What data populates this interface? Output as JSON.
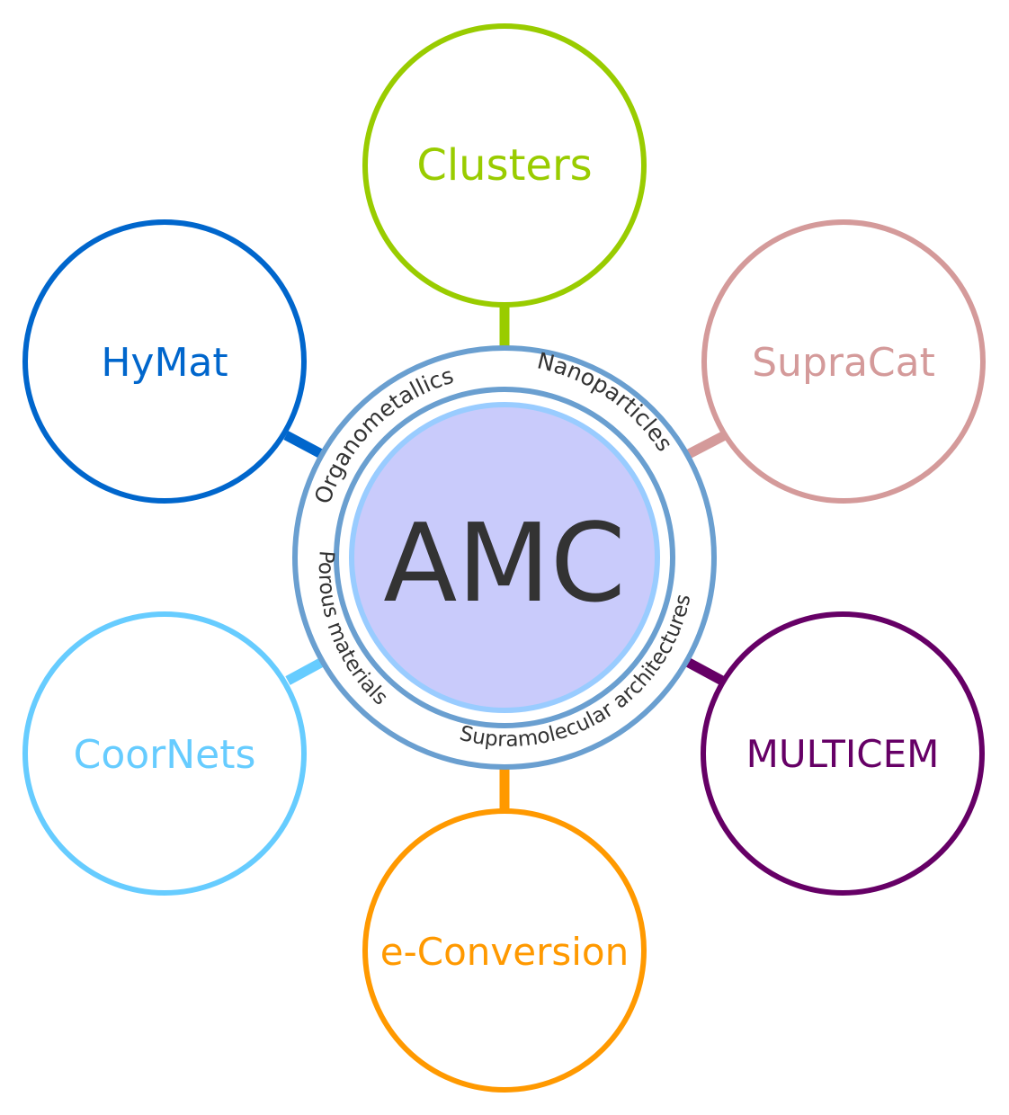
{
  "center": {
    "label": "AMC",
    "fill": "#c9cbfb",
    "inner_stroke": "#99ccff",
    "ring_stroke": "#6a9fd0",
    "text_color": "#333333"
  },
  "ring_labels": {
    "organometallics": "Organometallics",
    "nanoparticles": "Nanoparticles",
    "supramolecular": "Supramolecular architectures",
    "porous": "Porous materials"
  },
  "satellites": {
    "clusters": {
      "label": "Clusters",
      "color": "#99cc00"
    },
    "supracat": {
      "label": "SupraCat",
      "color": "#d49a9a"
    },
    "multicem": {
      "label": "MULTICEM",
      "color": "#660066"
    },
    "econversion": {
      "label": "e-Conversion",
      "color": "#ff9900"
    },
    "coornets": {
      "label": "CoorNets",
      "color": "#66ccff"
    },
    "hymat": {
      "label": "HyMat",
      "color": "#0066cc"
    }
  }
}
